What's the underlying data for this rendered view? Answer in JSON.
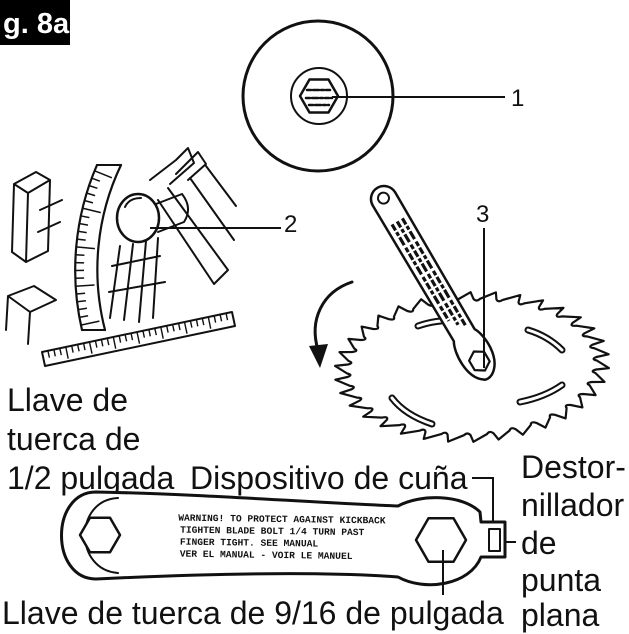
{
  "figure": {
    "label": "g. 8a",
    "callouts": {
      "c1": "1",
      "c2": "2",
      "c3": "3"
    }
  },
  "labels": {
    "half_inch_wrench": [
      "Llave de",
      "tuerca de",
      "1/2 pulgada"
    ],
    "wedge": "Dispositivo de cuña",
    "screwdriver": [
      "Destor-",
      "nillador",
      "de",
      "punta",
      "plana"
    ],
    "nine_sixteenth_wrench": "Llave de tuerca de 9/16 de pulgada"
  },
  "wrench_stamp": [
    "WARNING! TO PROTECT AGAINST KICKBACK",
    "TIGHTEN BLADE BOLT 1/4 TURN PAST",
    "FINGER TIGHT. SEE MANUAL",
    "VER EL MANUAL - VOIR LE MANUEL"
  ],
  "colors": {
    "ink": "#111111",
    "paper": "#ffffff",
    "figure_tab": "#000000"
  }
}
